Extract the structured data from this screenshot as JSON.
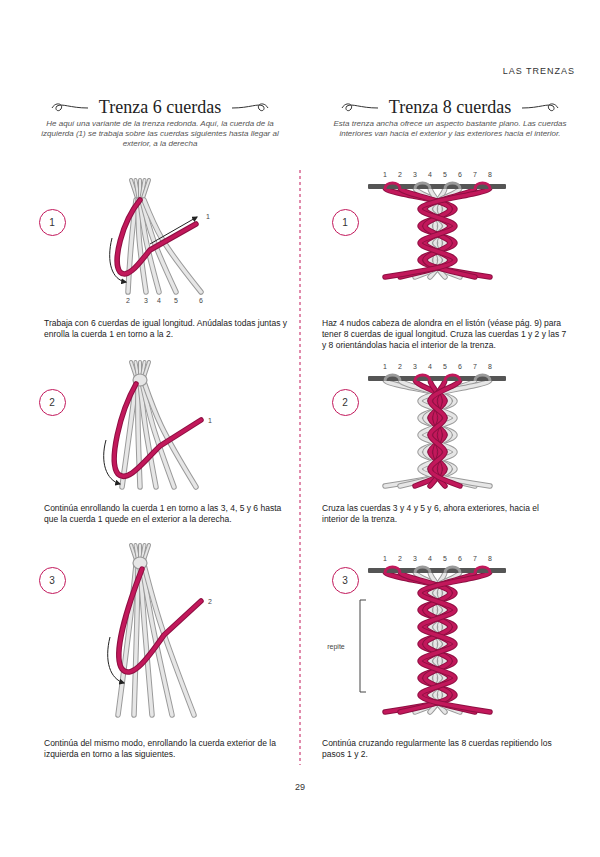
{
  "diagram": {
    "nodes": [
      {
        "text": [
          "1"
        ]
      },
      {
        "text": [
          "2"
        ]
      },
      {
        "text": [
          "3"
        ]
      },
      {
        "text": [
          "1"
        ]
      },
      {
        "text": [
          "2"
        ]
      },
      {
        "text": [
          "3"
        ]
      }
    ],
    "labels": [
      "LAS TRENZAS",
      "Trenza 6 cuerdas",
      "He aquí una variante de la trenza redonda. Aquí, la cuerda de la izquierda (1) se trabaja sobre las cuerdas siguientes hasta llegar al exterior, a la derecha",
      "Trenza 8 cuerdas",
      "Esta trenza ancha ofrece un aspecto bastante plano. Las cuerdas interiores van hacia el exterior y las exteriores hacia el interior.",
      "1",
      "2",
      "3",
      "4",
      "5",
      "6",
      "Trabaja con 6 cuerdas de igual longitud. Anúdalas todas juntas y enrolla la cuerda 1 en torno a la 2.",
      "1",
      "Continúa enrollando la cuerda 1 en torno a las 3, 4, 5 y 6 hasta que la cuerda 1 quede en el exterior a la derecha.",
      "2",
      "Continúa del mismo modo, enrollando la cuerda exterior de la izquierda en torno a las siguientes.",
      "1",
      "2",
      "3",
      "4",
      "5",
      "6",
      "7",
      "8",
      "Haz 4 nudos cabeza de alondra en el listón (véase pág. 9) para tener 8 cuerdas de igual longitud. Cruza las cuerdas 1 y 2 y las 7 y 8 orientándolas hacia el interior de la trenza.",
      "1",
      "2",
      "3",
      "4",
      "5",
      "6",
      "7",
      "8",
      "Cruza las cuerdas 3 y 4 y 5 y 6, ahora exteriores, hacia el interior de la trenza.",
      "1",
      "2",
      "3",
      "4",
      "5",
      "6",
      "7",
      "8",
      "repite",
      "Continúa cruzando regularmente las 8 cuerdas repitiendo los pasos 1 y 2.",
      "29"
    ]
  }
}
